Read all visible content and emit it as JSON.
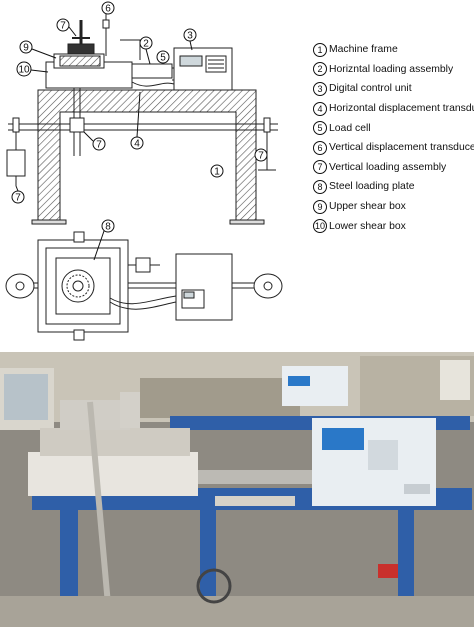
{
  "legend": [
    {
      "num": "1",
      "label": "Machine frame"
    },
    {
      "num": "2",
      "label": "Horizntal loading assembly"
    },
    {
      "num": "3",
      "label": "Digital control unit"
    },
    {
      "num": "4",
      "label": "Horizontal displacement transduce"
    },
    {
      "num": "5",
      "label": "Load cell"
    },
    {
      "num": "6",
      "label": "Vertical displacement transducer"
    },
    {
      "num": "7",
      "label": "Vertical  loading assembly"
    },
    {
      "num": "8",
      "label": "Steel loading plate"
    },
    {
      "num": "9",
      "label": "Upper shear box"
    },
    {
      "num": "10",
      "label": "Lower shear box"
    }
  ],
  "callouts": {
    "c1": "1",
    "c2": "2",
    "c3": "3",
    "c4": "4",
    "c5": "5",
    "c6": "6",
    "c7a": "7",
    "c7b": "7",
    "c7c": "7",
    "c7d": "7",
    "c8": "8",
    "c9": "9",
    "c10": "10"
  },
  "colors": {
    "frame_hatch": "#555555",
    "photo_frame_blue": "#2f5fa8",
    "control_box": "#e9eef2",
    "display_blue": "#2a78c8"
  }
}
